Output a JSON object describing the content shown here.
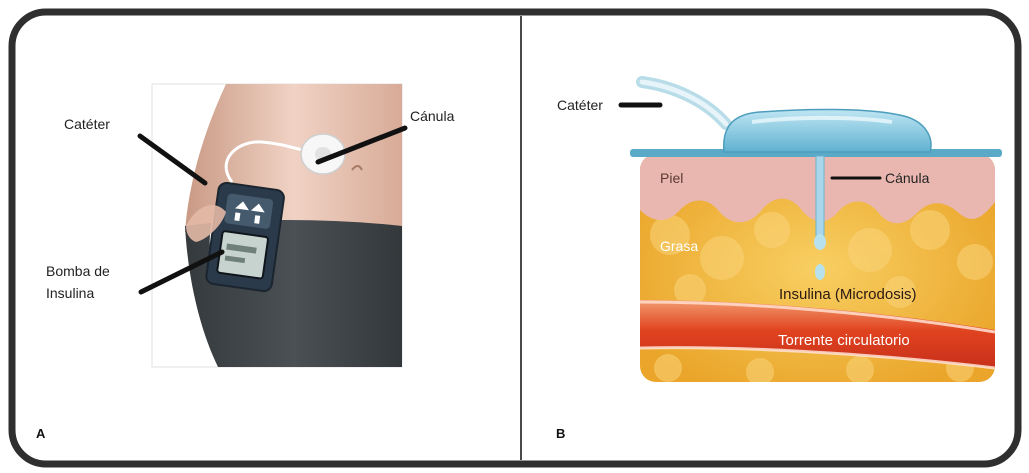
{
  "panel_a": {
    "letter": "A",
    "labels": {
      "cateter": "Catéter",
      "canula": "Cánula",
      "bomba_line1": "Bomba de",
      "bomba_line2": "Insulina"
    }
  },
  "panel_b": {
    "letter": "B",
    "labels": {
      "cateter": "Catéter",
      "canula": "Cánula",
      "piel": "Piel",
      "grasa": "Grasa",
      "insulina": "Insulina (Microdosis)",
      "torrente": "Torrente circulatorio"
    }
  },
  "colors": {
    "frame_border": "#2f2f2f",
    "divider": "#4a4a4a",
    "skin": "#e9b7b0",
    "fat": "#f4b93e",
    "blood": "#e04a28",
    "device": "#7fc3dc",
    "pants": "#3f4447",
    "pump": "#2b3a4a"
  }
}
